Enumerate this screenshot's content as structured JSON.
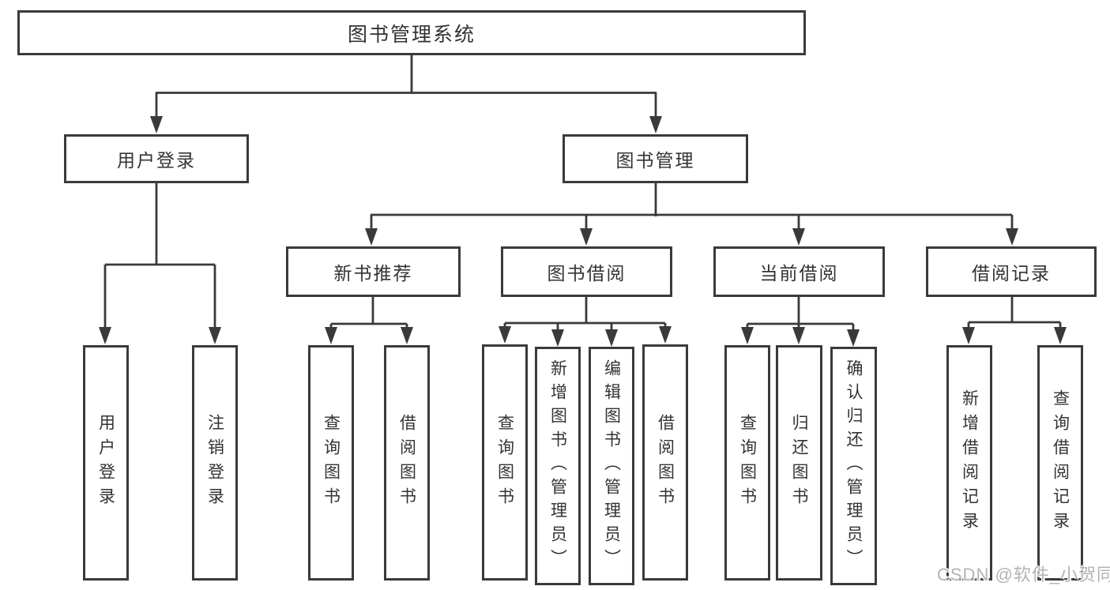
{
  "diagram": {
    "root": {
      "label": "图书管理系统"
    },
    "level2": [
      {
        "label": "用户登录"
      },
      {
        "label": "图书管理"
      }
    ],
    "level3": [
      {
        "label": "新书推荐"
      },
      {
        "label": "图书借阅"
      },
      {
        "label": "当前借阅"
      },
      {
        "label": "借阅记录"
      }
    ],
    "leaves": [
      {
        "label": "用户登录"
      },
      {
        "label": "注销登录"
      },
      {
        "label": "查询图书"
      },
      {
        "label": "借阅图书"
      },
      {
        "label": "查询图书"
      },
      {
        "label": "新增图书（管理员）"
      },
      {
        "label": "编辑图书（管理员）"
      },
      {
        "label": "借阅图书"
      },
      {
        "label": "查询图书"
      },
      {
        "label": "归还图书"
      },
      {
        "label": "确认归还（管理员）"
      },
      {
        "label": "新增借阅记录"
      },
      {
        "label": "查询借阅记录"
      }
    ]
  },
  "watermark": {
    "text": "CSDN @软件_小贺同学"
  },
  "colors": {
    "line": "#3a3a3a",
    "text": "#333333",
    "background": "#ffffff",
    "watermark": "#b3b3b3"
  }
}
